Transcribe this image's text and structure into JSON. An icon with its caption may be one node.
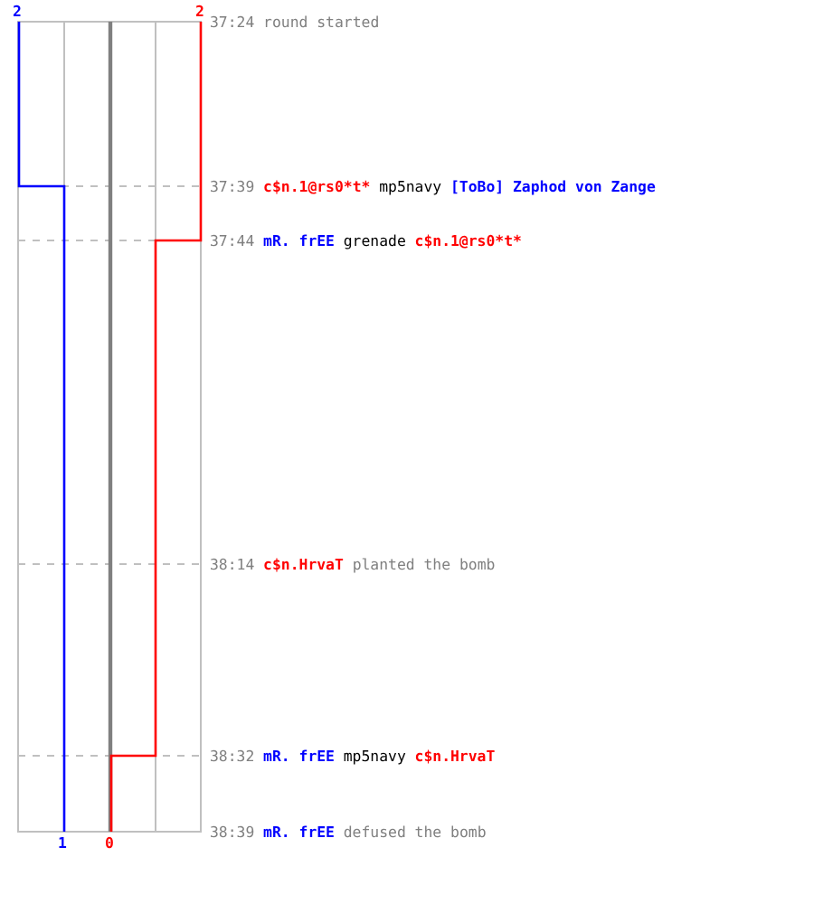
{
  "diagram": {
    "labels": [
      "2",
      "2",
      "37:24",
      "round started",
      "37:39",
      "c$n.1@rs0*t*",
      "mp5navy",
      "[ToBo] Zaphod von Zange",
      "37:44",
      "mR. frEE",
      "grenade",
      "c$n.1@rs0*t*",
      "38:14",
      "c$n.HrvaT",
      "planted the bomb",
      "38:32",
      "mR. frEE",
      "mp5navy",
      "c$n.HrvaT",
      "1",
      "0",
      "38:39",
      "mR. frEE",
      "defused the bomb"
    ]
  }
}
